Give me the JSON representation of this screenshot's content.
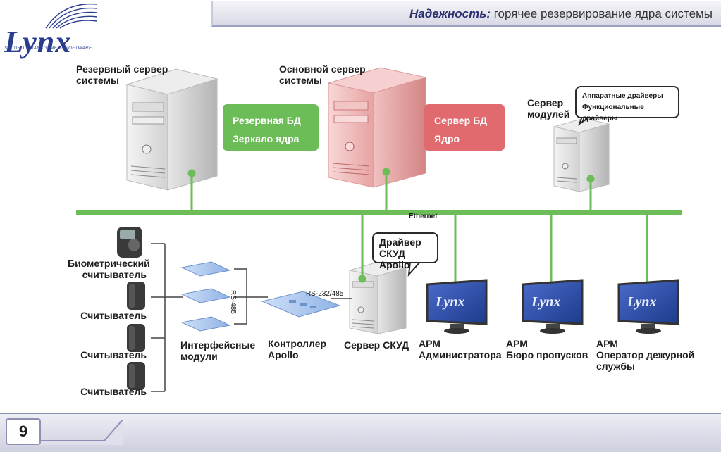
{
  "header": {
    "title_bold": "Надежность:",
    "title_rest": " горячее резервирование ядра системы"
  },
  "logo": {
    "name": "Lynx",
    "subtitle": "SECURITY MANAGEMENT SOFTWARE"
  },
  "servers": {
    "backup_label": "Резервный сервер\nсистемы",
    "main_label": "Основной сервер\nсистемы",
    "modules_label": "Сервер\nмодулей",
    "skud_label": "Сервер СКУД"
  },
  "backup_box": {
    "line1": "Резервная БД",
    "line2": "Зеркало ядра"
  },
  "main_box": {
    "line1": "Сервер БД",
    "line2": "Ядро"
  },
  "modules_callout": {
    "line1": "Аппаратные драйверы",
    "line2": "Функциональные драйверы"
  },
  "driver_callout": "Драйвер\nСКУД Apollo",
  "network": {
    "ethernet": "Ethernet",
    "rs485": "RS-485",
    "rs232": "RS-232/485"
  },
  "readers": {
    "biometric": "Биометрический\nсчитыватель",
    "reader1": "Считыватель",
    "reader2": "Считыватель",
    "reader3": "Считыватель"
  },
  "modules_label": "Интерфейсные\nмодули",
  "controller_label": "Контроллер\nApollo",
  "workstations": [
    {
      "label": "АРМ\nАдминистратора",
      "screen_logo": "Lynx"
    },
    {
      "label": "АРМ\nБюро пропусков",
      "screen_logo": "Lynx"
    },
    {
      "label": "АРМ\nОператор дежурной\nслужбы",
      "screen_logo": "Lynx"
    }
  ],
  "footer": {
    "page_number": "9"
  },
  "colors": {
    "green": "#6cbd58",
    "red": "#e06a6e",
    "navy": "#2a3d8f"
  }
}
